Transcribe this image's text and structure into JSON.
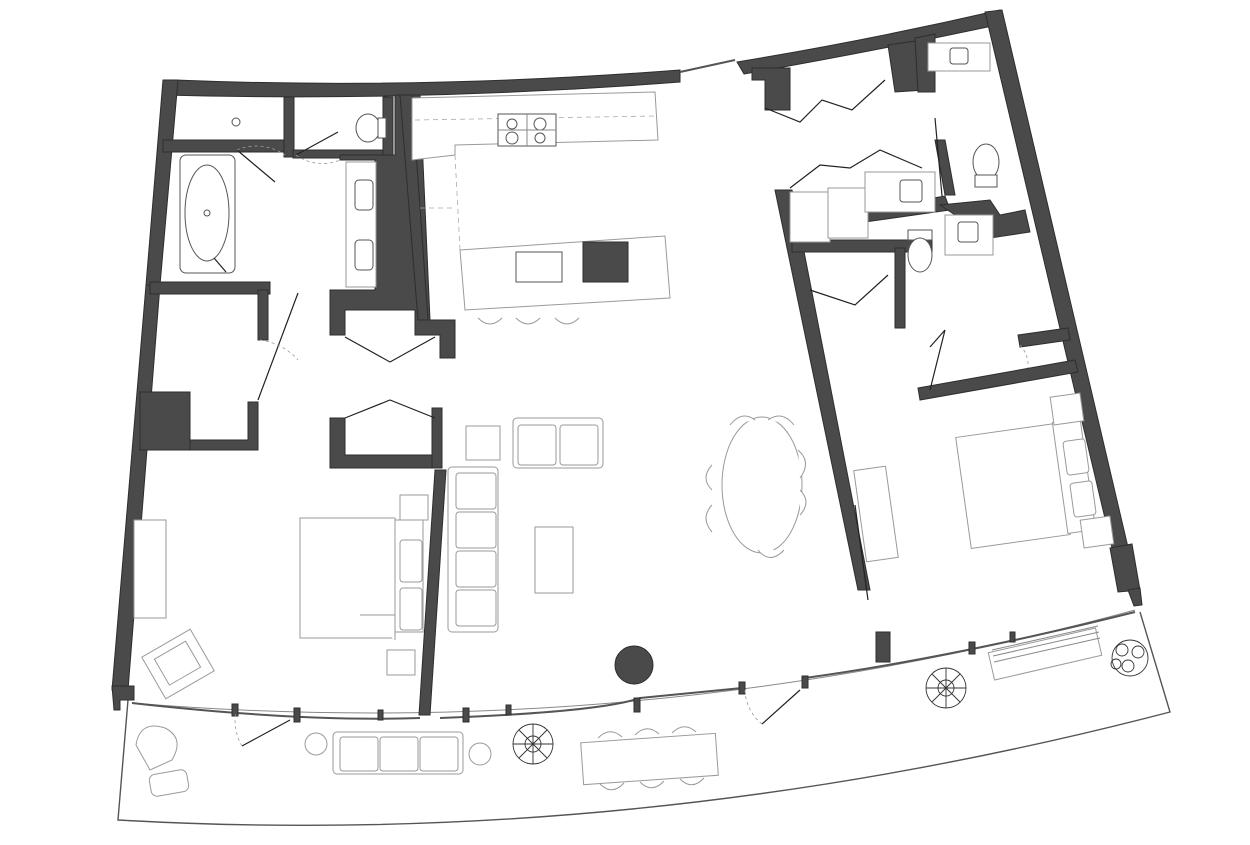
{
  "figure": {
    "type": "architectural-floor-plan",
    "text": [],
    "colors": {
      "wall": "#4a4a4a",
      "furniture_outline": "#9a9a9a",
      "fixture_outline": "#555555",
      "background": "#ffffff"
    },
    "elements": [
      "exterior-walls",
      "interior-walls",
      "kitchen-island",
      "cooktop",
      "bathtub",
      "toilets",
      "vanities",
      "beds",
      "sofas",
      "dining-table",
      "coffee-table",
      "armchairs",
      "terrace",
      "terrace-table",
      "planters",
      "doors"
    ]
  }
}
